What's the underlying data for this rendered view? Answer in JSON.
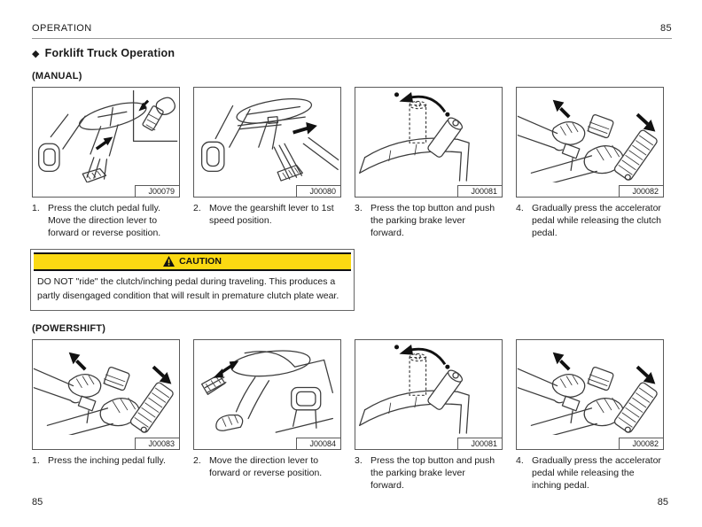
{
  "page": {
    "header": {
      "section": "OPERATION",
      "page_number": "85"
    },
    "title": {
      "bullet": "◆",
      "text": "Forklift Truck Operation"
    },
    "footer": {
      "page_left": "85",
      "page_right": "85"
    },
    "colors": {
      "caution_yellow": "#fbd912",
      "line_art": "#3c3c3c"
    }
  },
  "sections": [
    {
      "label": "(MANUAL)",
      "panels": [
        {
          "figure_id": "J00079",
          "step_no": "1.",
          "caption": "Press the clutch pedal fully. Move the direction lever to forward or reverse position."
        },
        {
          "figure_id": "J00080",
          "step_no": "2.",
          "caption": "Move the gearshift lever to 1st speed position."
        },
        {
          "figure_id": "J00081",
          "step_no": "3.",
          "caption": "Press the top button and push the parking brake lever forward."
        },
        {
          "figure_id": "J00082",
          "step_no": "4.",
          "caption": "Gradually press the accelerator pedal while releasing the clutch pedal."
        }
      ],
      "caution": {
        "label": "CAUTION",
        "text": "DO NOT \"ride\" the clutch/inching pedal during traveling. This produces a partly disengaged condition that will result in premature clutch plate wear."
      }
    },
    {
      "label": "(POWERSHIFT)",
      "panels": [
        {
          "figure_id": "J00083",
          "step_no": "1.",
          "caption": "Press the inching pedal fully."
        },
        {
          "figure_id": "J00084",
          "step_no": "2.",
          "caption": "Move the direction lever to forward or reverse position."
        },
        {
          "figure_id": "J00081",
          "step_no": "3.",
          "caption": "Press the top button and push the parking brake lever forward."
        },
        {
          "figure_id": "J00082",
          "step_no": "4.",
          "caption": "Gradually press the accelerator pedal while releasing the inching pedal."
        }
      ]
    }
  ]
}
